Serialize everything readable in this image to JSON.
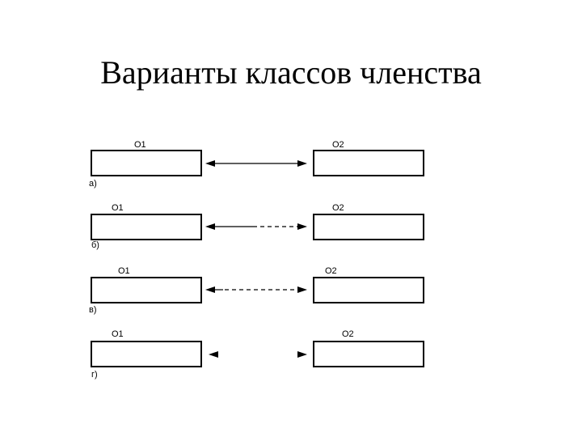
{
  "title": "Варианты классов членства",
  "rows": [
    {
      "left_label": "O1",
      "right_label": "O2",
      "variant": "а)",
      "line": "solid",
      "left_arrow": true,
      "right_arrow": true
    },
    {
      "left_label": "O1",
      "right_label": "O2",
      "variant": "б)",
      "line": "dashed-right",
      "left_arrow": true,
      "right_arrow": true
    },
    {
      "left_label": "O1",
      "right_label": "O2",
      "variant": "в)",
      "line": "dashed-left",
      "left_arrow": true,
      "right_arrow": true
    },
    {
      "left_label": "O1",
      "right_label": "O2",
      "variant": "г)",
      "line": "none",
      "left_arrow": true,
      "right_arrow": true
    }
  ]
}
